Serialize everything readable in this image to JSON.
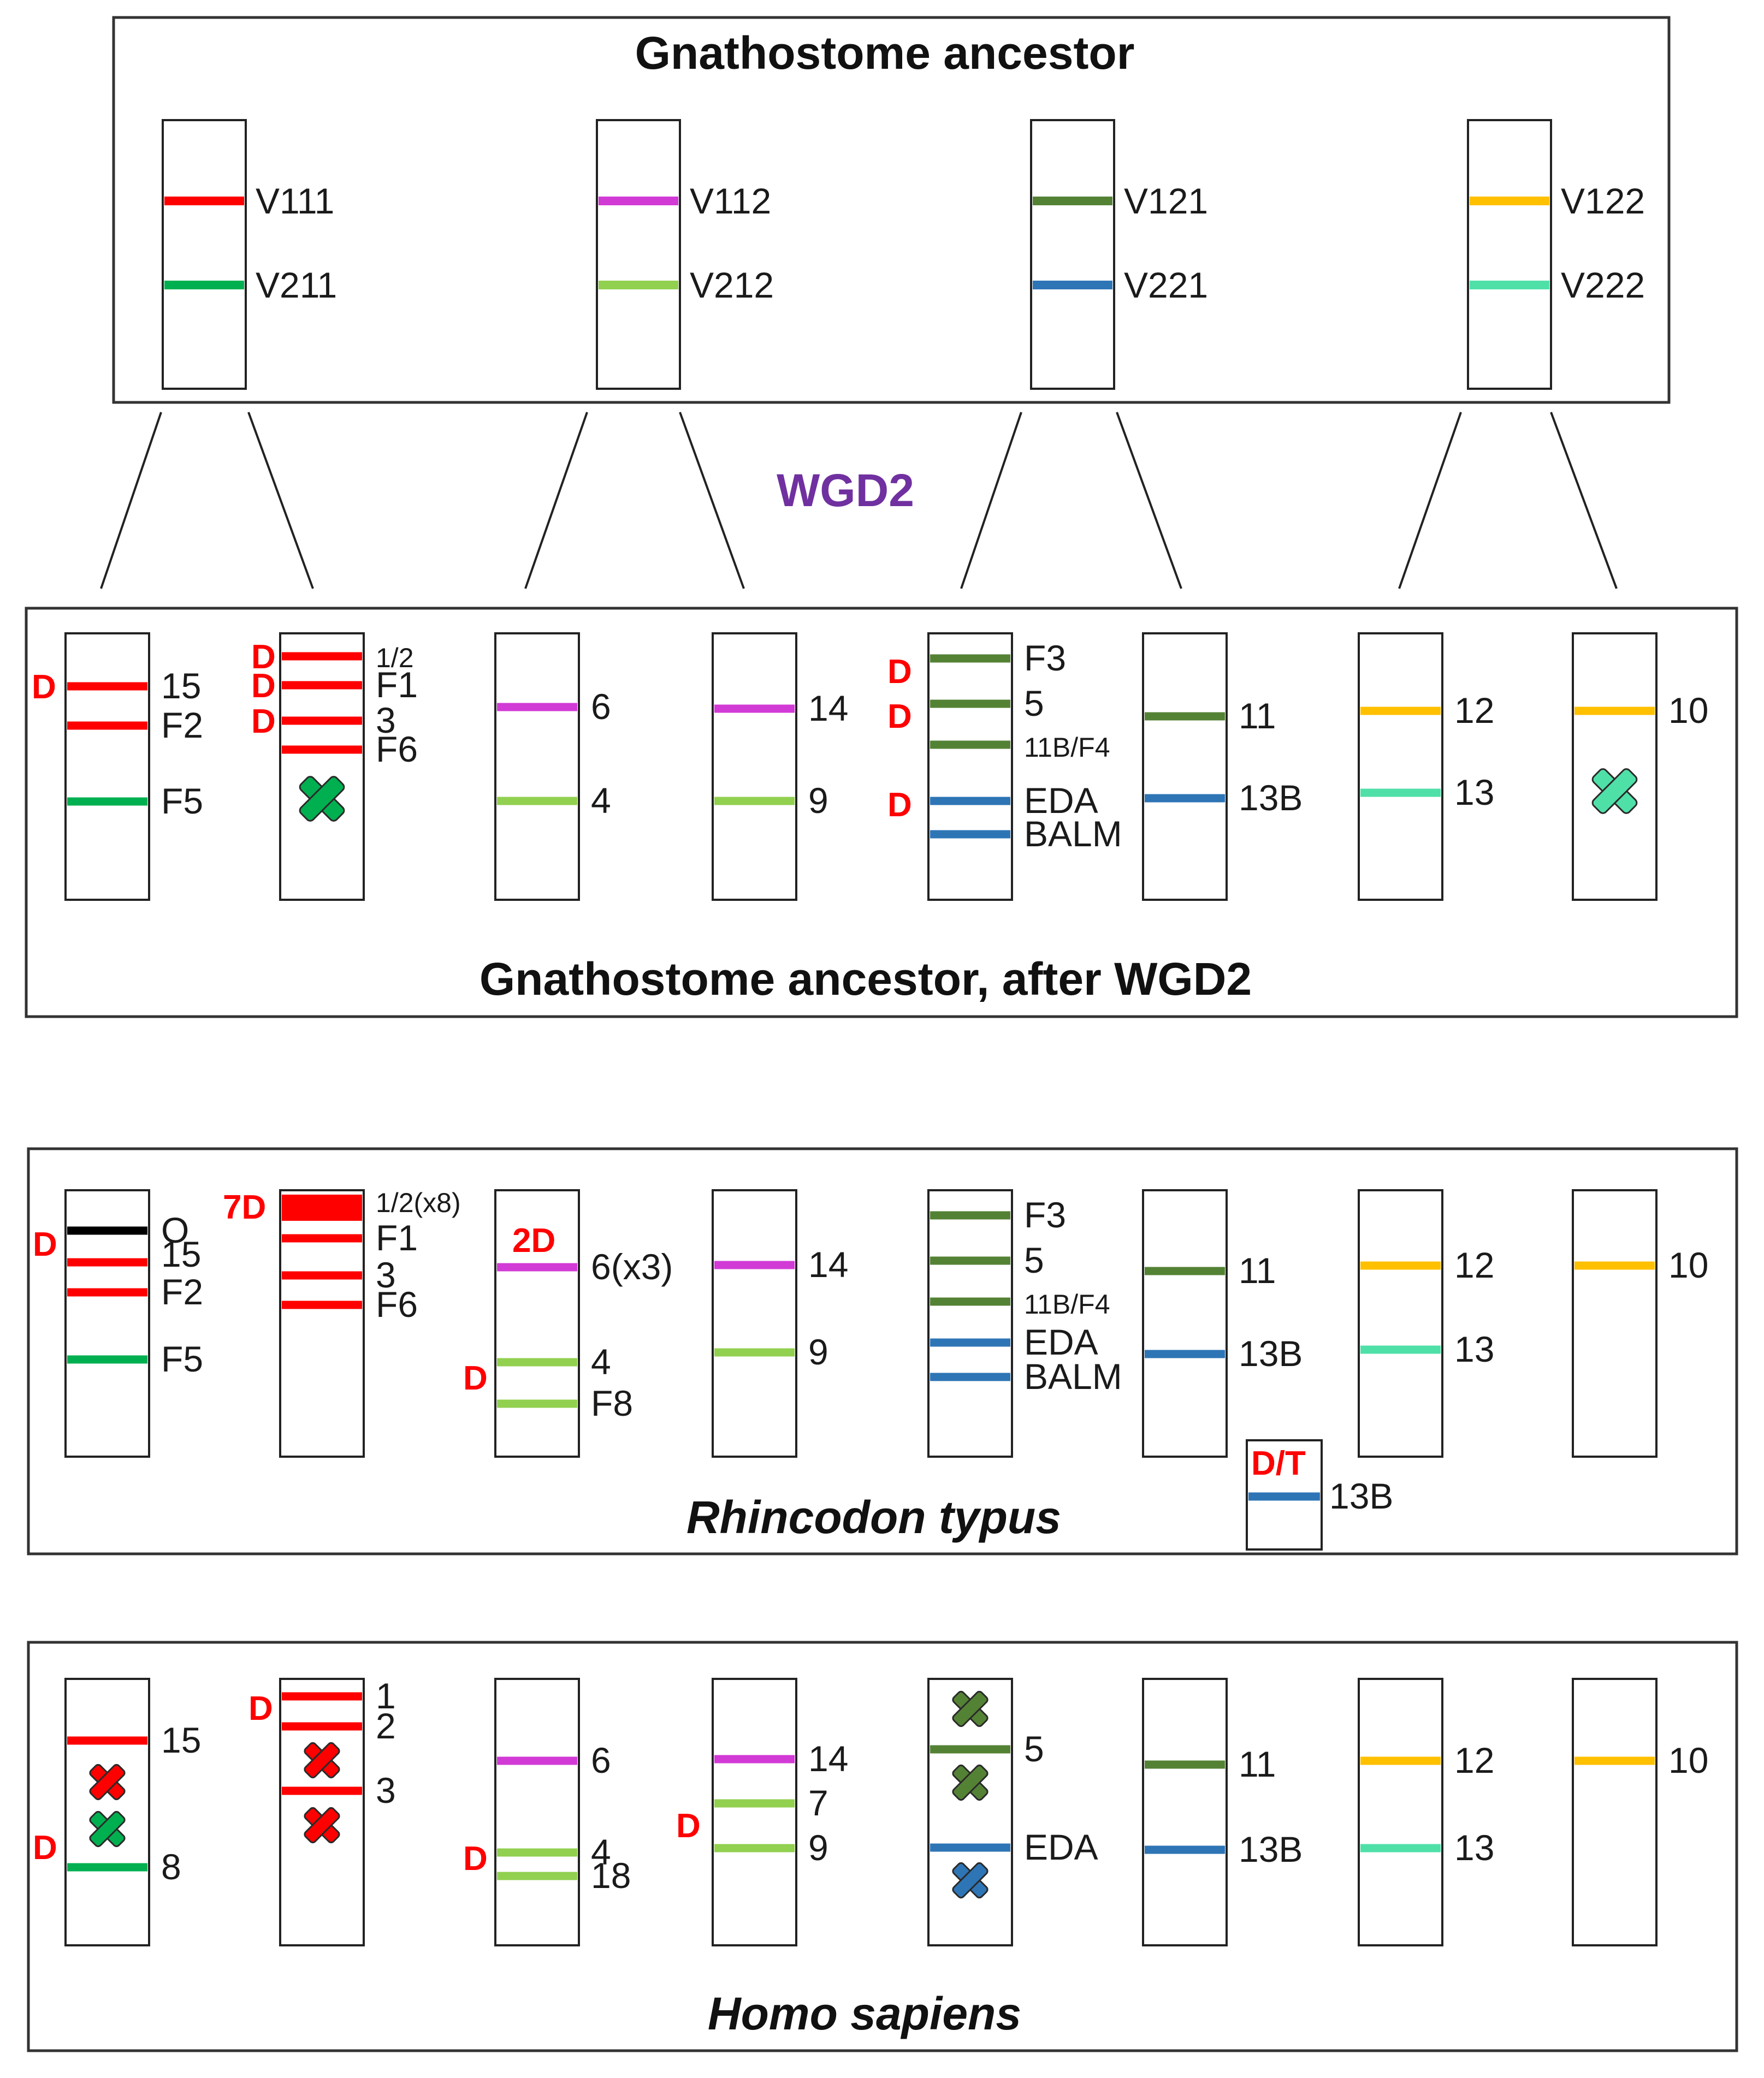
{
  "colors": {
    "red": "#ff0000",
    "magenta": "#d23ad6",
    "dkgreen": "#548235",
    "orange": "#ffc000",
    "green": "#00b050",
    "ltgreen": "#92d050",
    "blue": "#2e75b6",
    "teal": "#4fe0a8",
    "black": "#000000",
    "dup": "#ff0000",
    "wgd": "#7030a0"
  },
  "top": {
    "title": "Gnathostome ancestor",
    "chromosomes": [
      {
        "genes": [
          {
            "label": "V111",
            "color": "red"
          },
          {
            "label": "V211",
            "color": "green"
          }
        ]
      },
      {
        "genes": [
          {
            "label": "V112",
            "color": "magenta"
          },
          {
            "label": "V212",
            "color": "ltgreen"
          }
        ]
      },
      {
        "genes": [
          {
            "label": "V121",
            "color": "dkgreen"
          },
          {
            "label": "V221",
            "color": "blue"
          }
        ]
      },
      {
        "genes": [
          {
            "label": "V122",
            "color": "orange"
          },
          {
            "label": "V222",
            "color": "teal"
          }
        ]
      }
    ]
  },
  "wgd_label": "WGD2",
  "after": {
    "title": "Gnathostome ancestor, after WGD2",
    "chromosomes": [
      {
        "genes": [
          {
            "label": "15",
            "color": "red",
            "dup": "D"
          },
          {
            "label": "F2",
            "color": "red"
          },
          {
            "label": "F5",
            "color": "green"
          }
        ]
      },
      {
        "genes": [
          {
            "label": "1/2",
            "color": "red",
            "dup": "D"
          },
          {
            "label": "F1",
            "color": "red",
            "dup": "D"
          },
          {
            "label": "3",
            "color": "red",
            "dup": "D"
          },
          {
            "label": "F6",
            "color": "red"
          }
        ],
        "losses": [
          {
            "color": "green"
          }
        ]
      },
      {
        "genes": [
          {
            "label": "6",
            "color": "magenta"
          },
          {
            "label": "4",
            "color": "ltgreen"
          }
        ]
      },
      {
        "genes": [
          {
            "label": "14",
            "color": "magenta"
          },
          {
            "label": "9",
            "color": "ltgreen"
          }
        ]
      },
      {
        "genes": [
          {
            "label": "F3",
            "color": "dkgreen"
          },
          {
            "label": "5",
            "color": "dkgreen",
            "dup": "D"
          },
          {
            "label": "11B/F4",
            "color": "dkgreen",
            "dup": "D"
          },
          {
            "label": "EDA",
            "color": "blue"
          },
          {
            "label": "BALM",
            "color": "blue",
            "dup": "D"
          }
        ]
      },
      {
        "genes": [
          {
            "label": "11",
            "color": "dkgreen"
          },
          {
            "label": "13B",
            "color": "blue"
          }
        ]
      },
      {
        "genes": [
          {
            "label": "12",
            "color": "orange"
          },
          {
            "label": "13",
            "color": "teal"
          }
        ]
      },
      {
        "genes": [
          {
            "label": "10",
            "color": "orange"
          }
        ],
        "losses": [
          {
            "color": "teal"
          }
        ]
      }
    ]
  },
  "rhincodon": {
    "title": "Rhincodon typus",
    "chromosomes": [
      {
        "genes": [
          {
            "label": "O",
            "color": "black",
            "dup": "D"
          },
          {
            "label": "15",
            "color": "red"
          },
          {
            "label": "F2",
            "color": "red"
          },
          {
            "label": "F5",
            "color": "green"
          }
        ]
      },
      {
        "genes": [
          {
            "label": "1/2(x8)",
            "color": "red",
            "dup": "7D"
          },
          {
            "label": "F1",
            "color": "red"
          },
          {
            "label": "3",
            "color": "red"
          },
          {
            "label": "F6",
            "color": "red"
          }
        ]
      },
      {
        "genes": [
          {
            "label": "6(x3)",
            "color": "magenta",
            "dup": "2D"
          },
          {
            "label": "4",
            "color": "ltgreen"
          },
          {
            "label": "F8",
            "color": "ltgreen",
            "dup": "D"
          }
        ]
      },
      {
        "genes": [
          {
            "label": "14",
            "color": "magenta"
          },
          {
            "label": "9",
            "color": "ltgreen"
          }
        ]
      },
      {
        "genes": [
          {
            "label": "F3",
            "color": "dkgreen"
          },
          {
            "label": "5",
            "color": "dkgreen"
          },
          {
            "label": "11B/F4",
            "color": "dkgreen"
          },
          {
            "label": "EDA",
            "color": "blue"
          },
          {
            "label": "BALM",
            "color": "blue"
          }
        ]
      },
      {
        "genes": [
          {
            "label": "11",
            "color": "dkgreen"
          },
          {
            "label": "13B",
            "color": "blue"
          }
        ]
      },
      {
        "genes": [
          {
            "label": "12",
            "color": "orange"
          },
          {
            "label": "13",
            "color": "teal"
          }
        ]
      },
      {
        "genes": [
          {
            "label": "10",
            "color": "orange"
          }
        ]
      }
    ],
    "extra": {
      "dup": "D/T",
      "label": "13B",
      "color": "blue"
    }
  },
  "homo": {
    "title": "Homo sapiens",
    "chromosomes": [
      {
        "genes": [
          {
            "label": "15",
            "color": "red"
          },
          {
            "label": "8",
            "color": "green",
            "dup": "D"
          }
        ],
        "losses": [
          {
            "color": "red"
          },
          {
            "color": "green"
          }
        ]
      },
      {
        "genes": [
          {
            "label": "1",
            "color": "red",
            "dup": "D"
          },
          {
            "label": "2",
            "color": "red"
          },
          {
            "label": "3",
            "color": "red"
          }
        ],
        "losses": [
          {
            "color": "red"
          },
          {
            "color": "red"
          }
        ]
      },
      {
        "genes": [
          {
            "label": "6",
            "color": "magenta"
          },
          {
            "label": "4",
            "color": "ltgreen",
            "dup": "D"
          },
          {
            "label": "18",
            "color": "ltgreen"
          }
        ]
      },
      {
        "genes": [
          {
            "label": "14",
            "color": "magenta"
          },
          {
            "label": "7",
            "color": "ltgreen"
          },
          {
            "label": "9",
            "color": "ltgreen",
            "dup": "D"
          }
        ]
      },
      {
        "genes": [
          {
            "label": "5",
            "color": "dkgreen"
          },
          {
            "label": "EDA",
            "color": "blue"
          }
        ],
        "losses": [
          {
            "color": "dkgreen"
          },
          {
            "color": "dkgreen"
          },
          {
            "color": "blue"
          }
        ]
      },
      {
        "genes": [
          {
            "label": "11",
            "color": "dkgreen"
          },
          {
            "label": "13B",
            "color": "blue"
          }
        ]
      },
      {
        "genes": [
          {
            "label": "12",
            "color": "orange"
          },
          {
            "label": "13",
            "color": "teal"
          }
        ]
      },
      {
        "genes": [
          {
            "label": "10",
            "color": "orange"
          }
        ]
      }
    ]
  }
}
